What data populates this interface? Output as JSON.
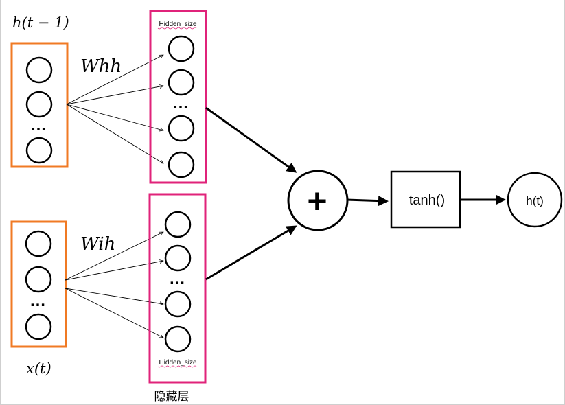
{
  "labels": {
    "h_prev": "h(t − 1)",
    "x_t": "x(t)",
    "whh": "Whh",
    "wih": "Wih",
    "hidden_size_top": "Hidden_size",
    "hidden_size_bottom": "Hidden_size",
    "hidden_layer": "隐藏层",
    "dots": "…",
    "plus": "+",
    "tanh": "tanh()",
    "h_out": "h(t)"
  },
  "colors": {
    "input_box": "#f07a24",
    "hidden_box": "#e0237a",
    "stroke": "#000000",
    "spellcheck_underline": "#e0237a"
  }
}
